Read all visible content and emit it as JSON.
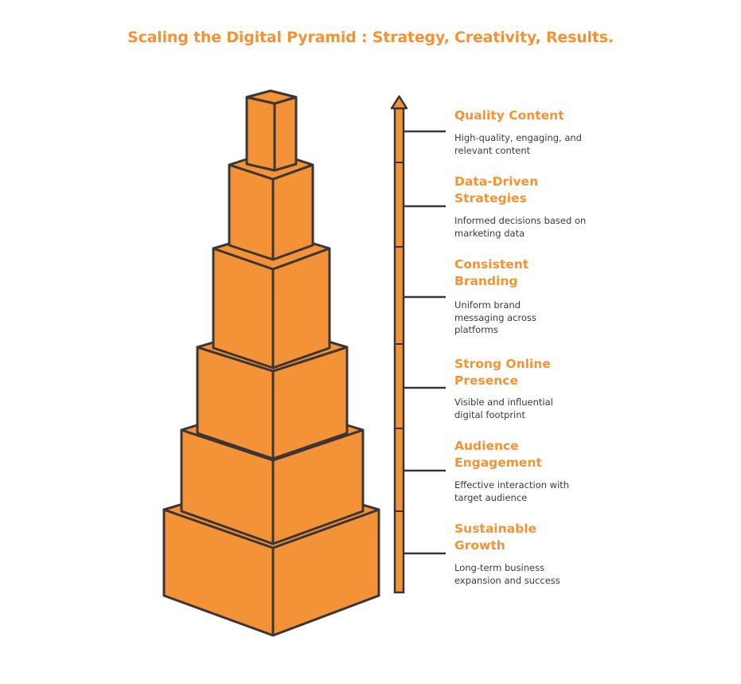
{
  "title": "Scaling the Digital Pyramid : Strategy, Creativity, Results.",
  "colors": {
    "accent": "#f39237",
    "outline": "#3d3535",
    "text": "#3a3a3a",
    "background": "#ffffff"
  },
  "levels": [
    {
      "title": "Quality Content",
      "description": "High-quality, engaging, and relevant content"
    },
    {
      "title": "Data-Driven Strategies",
      "description": "Informed decisions based on marketing data"
    },
    {
      "title": "Consistent Branding",
      "description": "Uniform brand messaging across platforms"
    },
    {
      "title": "Strong Online Presence",
      "description": "Visible and influential digital footprint"
    },
    {
      "title": "Audience Engagement",
      "description": "Effective interaction with target audience"
    },
    {
      "title": "Sustainable Growth",
      "description": "Long-term business expansion and success"
    }
  ]
}
